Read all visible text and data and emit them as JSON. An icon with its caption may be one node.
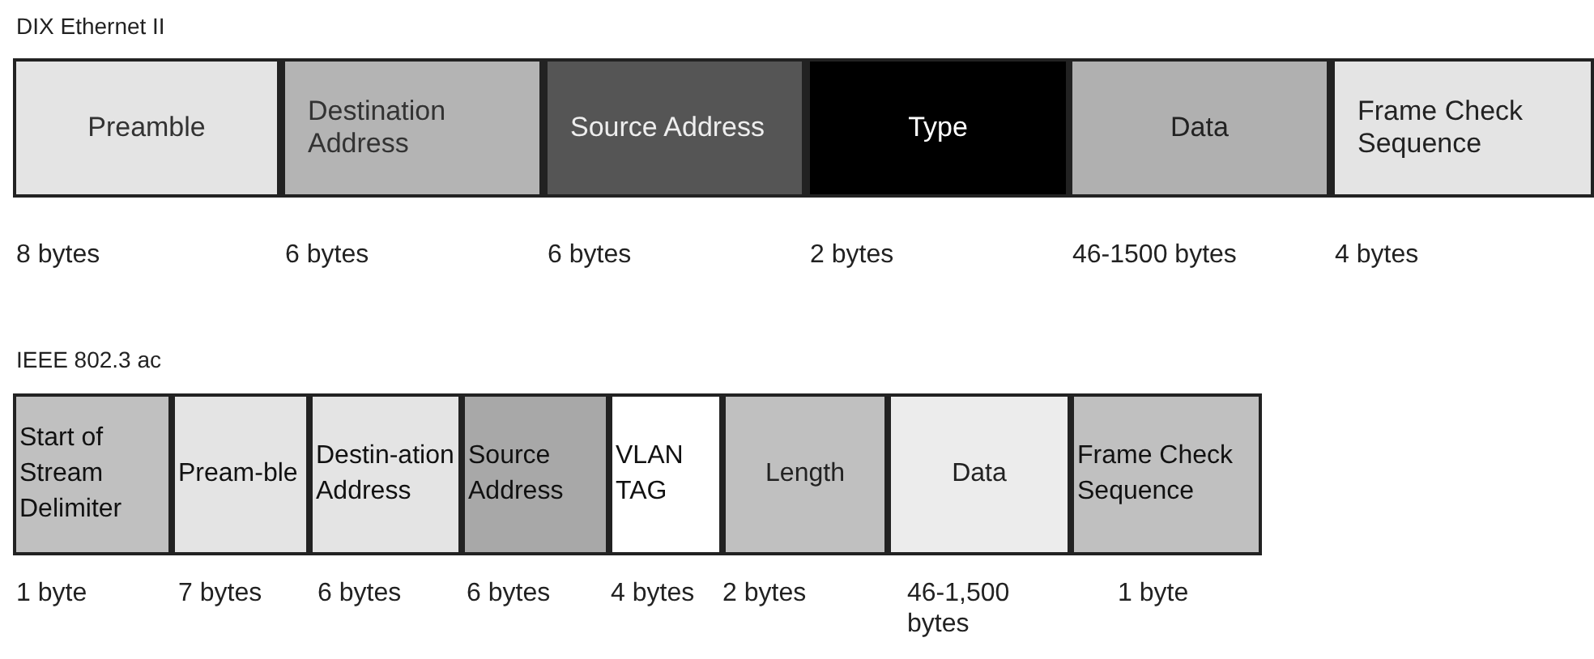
{
  "diagram": {
    "nodes": [
      {
        "text": [
          "Preamble"
        ],
        "beside": [
          "8 bytes"
        ]
      },
      {
        "text": [
          "Destination Address"
        ],
        "beside": [
          "6 bytes"
        ]
      },
      {
        "text": [
          "Source Address"
        ],
        "beside": [
          "6 bytes"
        ]
      },
      {
        "text": [
          "Type"
        ],
        "beside": [
          "2 bytes"
        ]
      },
      {
        "text": [
          "Data"
        ],
        "beside": [
          "46-1500 bytes"
        ]
      },
      {
        "text": [
          "Frame Check Sequence"
        ],
        "beside": [
          "4 bytes"
        ]
      },
      {
        "text": [
          "Start of Stream Delimiter"
        ],
        "beside": [
          "1 byte"
        ]
      },
      {
        "text": [
          "Pream-ble"
        ],
        "beside": [
          "7 bytes"
        ]
      },
      {
        "text": [
          "Destin-ation Address"
        ],
        "beside": [
          "6 bytes"
        ]
      },
      {
        "text": [
          "Source Address"
        ],
        "beside": [
          "6 bytes"
        ]
      },
      {
        "text": [
          "VLAN TAG"
        ],
        "beside": [
          "4 bytes"
        ]
      },
      {
        "text": [
          "Length"
        ],
        "beside": [
          "2 bytes"
        ]
      },
      {
        "text": [
          "Data"
        ],
        "beside": [
          "46-1,500 bytes"
        ]
      },
      {
        "text": [
          "Frame Check Sequence"
        ],
        "beside": [
          "1 byte"
        ]
      }
    ],
    "labels": [
      "DIX Ethernet II",
      "IEEE 802.3 ac"
    ]
  }
}
